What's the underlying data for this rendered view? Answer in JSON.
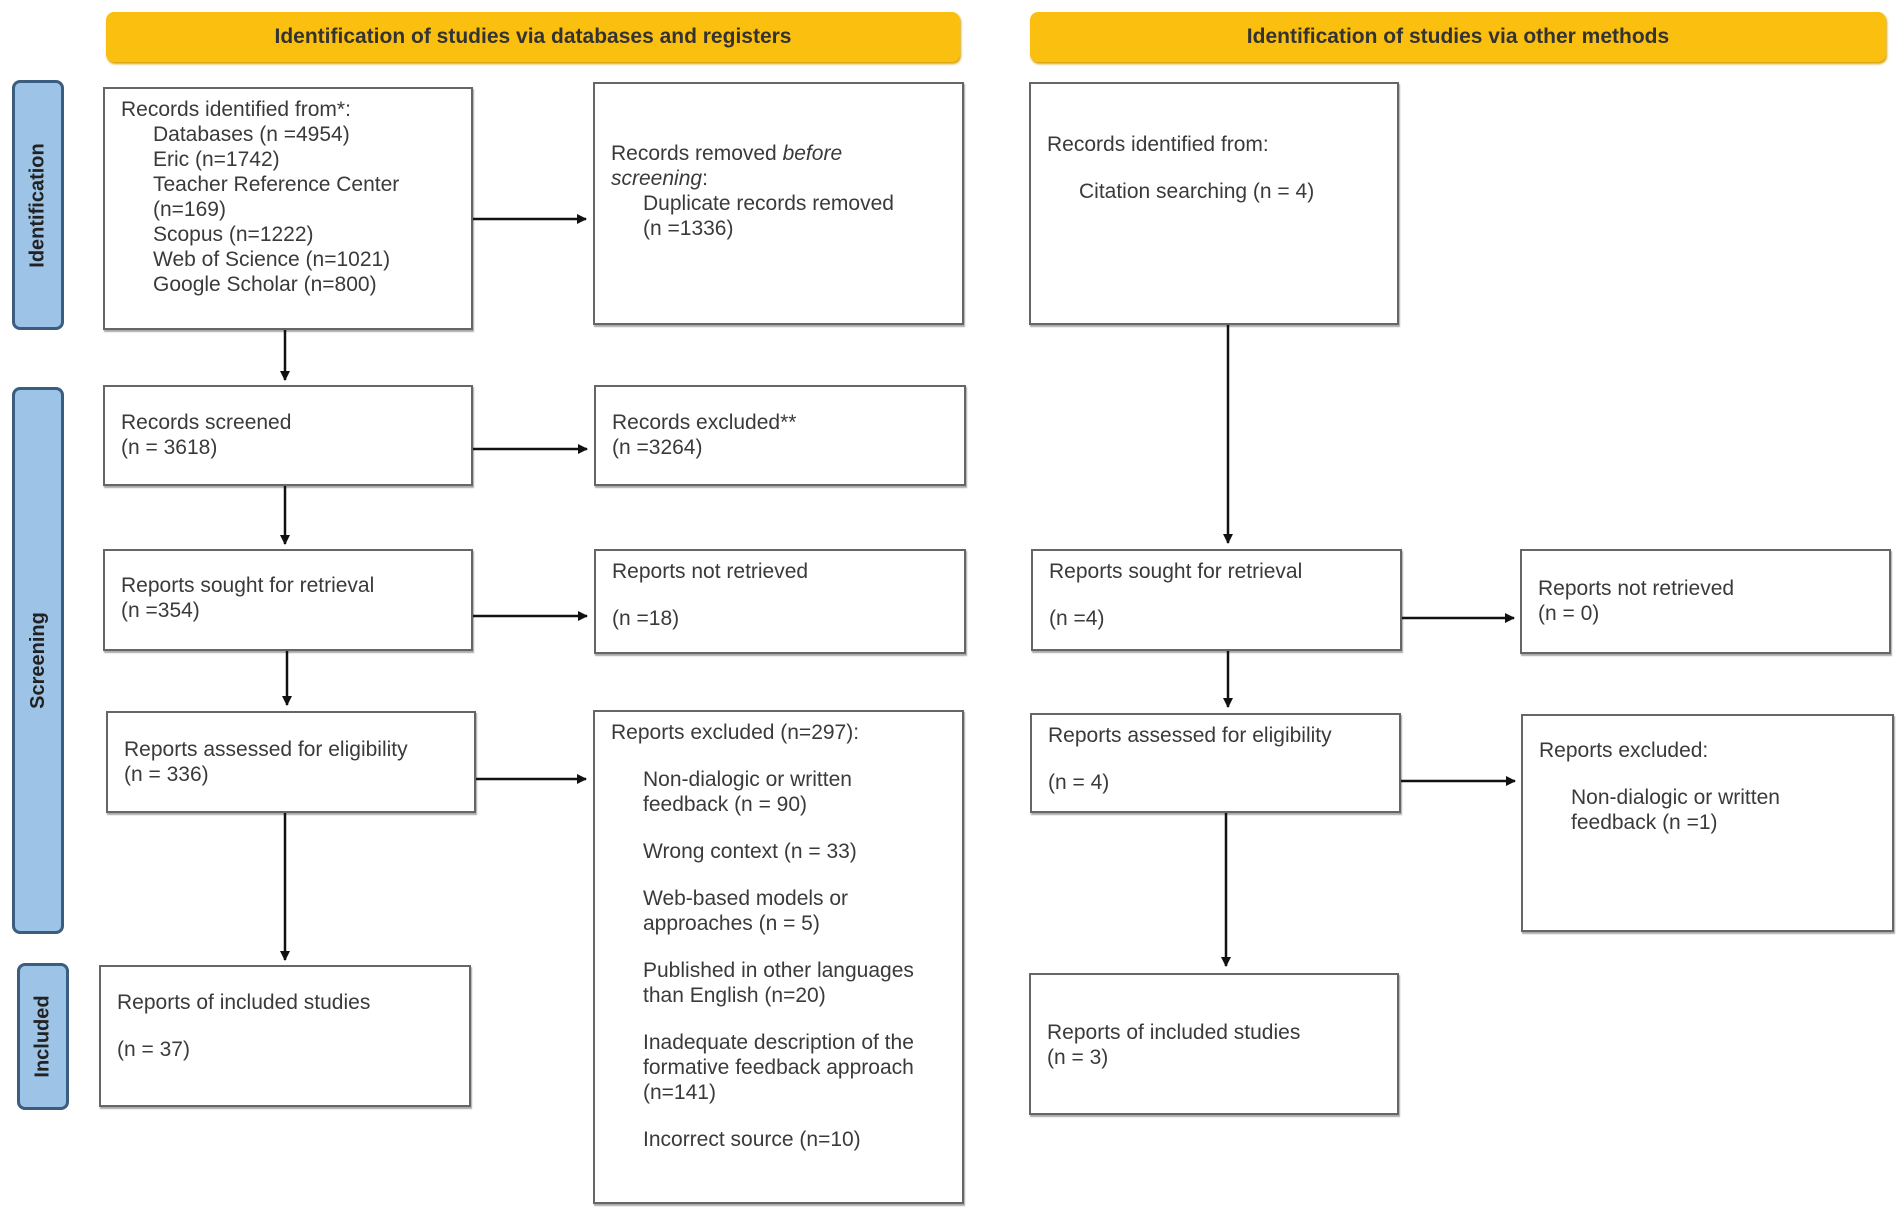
{
  "headers": {
    "left": "Identification of studies via databases and registers",
    "right": "Identification of studies via other methods"
  },
  "phases": {
    "identification": "Identification",
    "screening": "Screening",
    "included": "Included"
  },
  "left": {
    "identified": {
      "title": "Records identified from*:",
      "items": [
        "Databases (n =4954)",
        "Eric (n=1742)",
        "Teacher Reference Center",
        "(n=169)",
        "Scopus (n=1222)",
        "Web of Science (n=1021)",
        "Google Scholar (n=800)"
      ]
    },
    "removed": {
      "title_plain": "Records removed ",
      "title_italic": "before",
      "title_italic2": "screening",
      "title_colon": ":",
      "items": [
        "Duplicate records removed",
        "(n =1336)"
      ]
    },
    "screened": {
      "title": "Records screened",
      "n": "(n = 3618)"
    },
    "excluded": {
      "title": "Records excluded**",
      "n": "(n =3264)"
    },
    "sought": {
      "title": "Reports sought for retrieval",
      "n": "(n =354)"
    },
    "not_retrieved": {
      "title": "Reports not retrieved",
      "n": "(n =18)"
    },
    "assessed": {
      "title": "Reports assessed for eligibility",
      "n": "(n = 336)"
    },
    "reports_excluded": {
      "title": "Reports excluded (n=297):",
      "items": [
        [
          "Non-dialogic or written",
          "feedback (n = 90)"
        ],
        [
          "Wrong context (n = 33)"
        ],
        [
          "Web-based models or",
          "approaches (n = 5)"
        ],
        [
          "Published in other languages",
          "than English (n=20)"
        ],
        [
          "Inadequate description of the",
          "formative feedback approach",
          "(n=141)"
        ],
        [
          "Incorrect source (n=10)"
        ]
      ]
    },
    "included": {
      "title": "Reports of included studies",
      "n": "(n = 37)"
    }
  },
  "right": {
    "identified": {
      "title": "Records identified from:",
      "item": "Citation searching (n = 4)"
    },
    "sought": {
      "title": "Reports sought for retrieval",
      "n": "(n =4)"
    },
    "not_retrieved": {
      "title": "Reports not retrieved",
      "n": "(n = 0)"
    },
    "assessed": {
      "title": "Reports assessed for eligibility",
      "n": "(n = 4)"
    },
    "excluded": {
      "title": "Reports excluded:",
      "items": [
        "Non-dialogic or written",
        "feedback (n =1)"
      ]
    },
    "included": {
      "title": "Reports of included studies",
      "n": "(n = 3)"
    }
  }
}
